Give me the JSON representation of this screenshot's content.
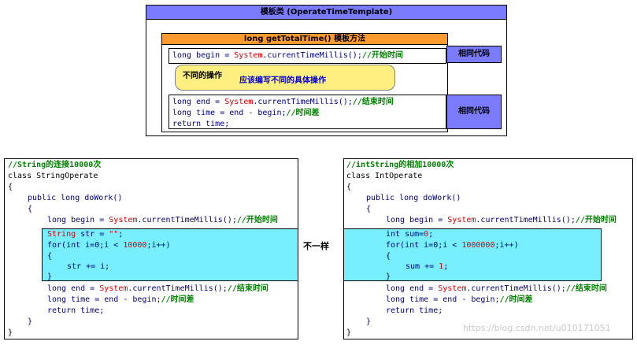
{
  "template": {
    "title": "模板类 (OperateTimeTemplate)",
    "method_title": "long getTotalTime() 模板方法",
    "begin": {
      "decl": "long begin = ",
      "sys": "System",
      "call": ".currentTimeMillis();",
      "comment": "//开始时间"
    },
    "diff_ops_label": "不同的操作",
    "diff_ops_note": "应该编写不同的具体操作",
    "end": {
      "decl": "long end = ",
      "sys": "System",
      "call": ".currentTimeMillis();",
      "comment": "//结束时间"
    },
    "time_line": {
      "code": "long time = end - begin;",
      "comment": "//时间差"
    },
    "return_line": "return time;",
    "same_code_1": "相同代码",
    "same_code_2": "相同代码"
  },
  "middle_label": "不一样",
  "left": {
    "comment": "//String的连接10000次",
    "class_line": "class StringOperate",
    "open1": "{",
    "method": "public long doWork()",
    "open2": "{",
    "begin_decl": "long begin = ",
    "sys": "System",
    "call": ".currentTimeMillis();",
    "begin_comment": "//开始时间",
    "l1_type": "String",
    "l1_rest": " str = ",
    "l1_str": "\"\"",
    "l1_end": ";",
    "l2_a": "for(int i=0;i < ",
    "l2_num": "10000",
    "l2_b": ";i++)",
    "l3": "{",
    "l4": "str += i;",
    "l5": "}",
    "end_decl": "long end = ",
    "end_comment": "//结束时间",
    "time_code": "long time = end - begin;",
    "time_comment": "//时间差",
    "ret": "return time;",
    "close2": "}",
    "close1": "}"
  },
  "right": {
    "comment": "//intString的相加10000次",
    "class_line": "class IntOperate",
    "open1": "{",
    "method": "public long doWork()",
    "open2": "{",
    "begin_decl": "long begin = ",
    "sys": "System",
    "call": ".currentTimeMillis();",
    "begin_comment": "//开始时间",
    "l1_a": "int sum=",
    "l1_num": "0",
    "l1_b": ";",
    "l2_a": "for(int i=0;i < ",
    "l2_num": "1000000",
    "l2_b": ";i++)",
    "l3": "{",
    "l4_a": "sum += ",
    "l4_num": "1",
    "l4_b": ";",
    "l5": "}",
    "end_decl": "long end = ",
    "end_comment": "//结束时间",
    "time_code": "long time = end - begin;",
    "time_comment": "//时间差",
    "ret": "return time;",
    "close2": "}",
    "close1": "}"
  },
  "watermark": "https://blog.csdn.net/u010171051",
  "colors": {
    "header_blue": "#7b7bff",
    "method_orange": "#ff9a2e",
    "yellow": "#ffef80",
    "cyan": "#77efff"
  }
}
